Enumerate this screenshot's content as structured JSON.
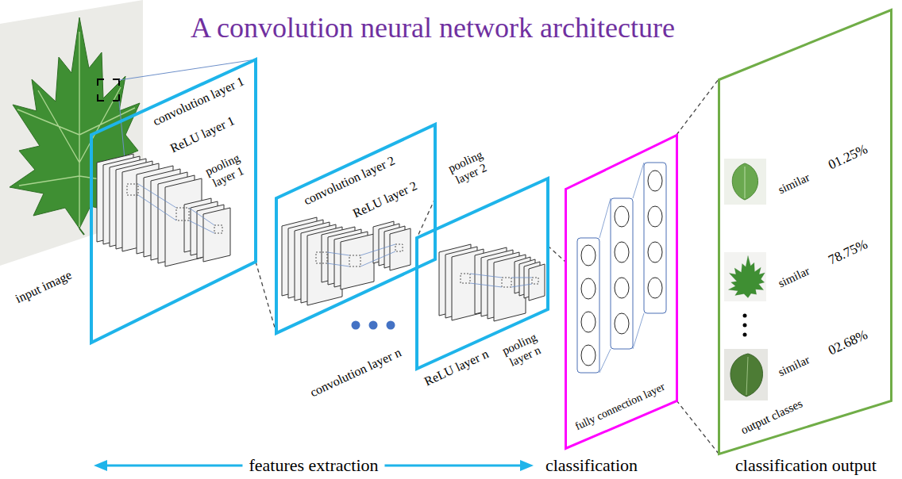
{
  "diagram": {
    "title": "A convolution neural network architecture",
    "nodes": [
      {
        "text": [
          "convolution layer 1",
          "ReLU layer 1",
          "pooling layer 1"
        ]
      },
      {
        "text": [
          "convolution layer 2",
          "ReLU layer 2",
          "pooling layer 2"
        ]
      },
      {
        "text": [
          "convolution layer n",
          "ReLU layer n",
          "pooling layer n"
        ]
      },
      {
        "text": [
          "fully connection layer"
        ]
      },
      {
        "text": [
          "similar",
          "01.25%",
          "similar",
          "78.75%",
          "similar",
          "02.68%",
          "output classes"
        ]
      }
    ],
    "edges": [
      {
        "from": 0,
        "to": 1,
        "arrow": "none"
      },
      {
        "from": 1,
        "to": 2,
        "arrow": "none"
      },
      {
        "from": 2,
        "to": 3,
        "arrow": "none"
      },
      {
        "from": 3,
        "to": 4,
        "arrow": "none"
      },
      {
        "from": 3,
        "to": 4,
        "arrow": "none"
      }
    ],
    "labels": [
      "input image",
      "features extraction",
      "classification",
      "classification output"
    ]
  }
}
